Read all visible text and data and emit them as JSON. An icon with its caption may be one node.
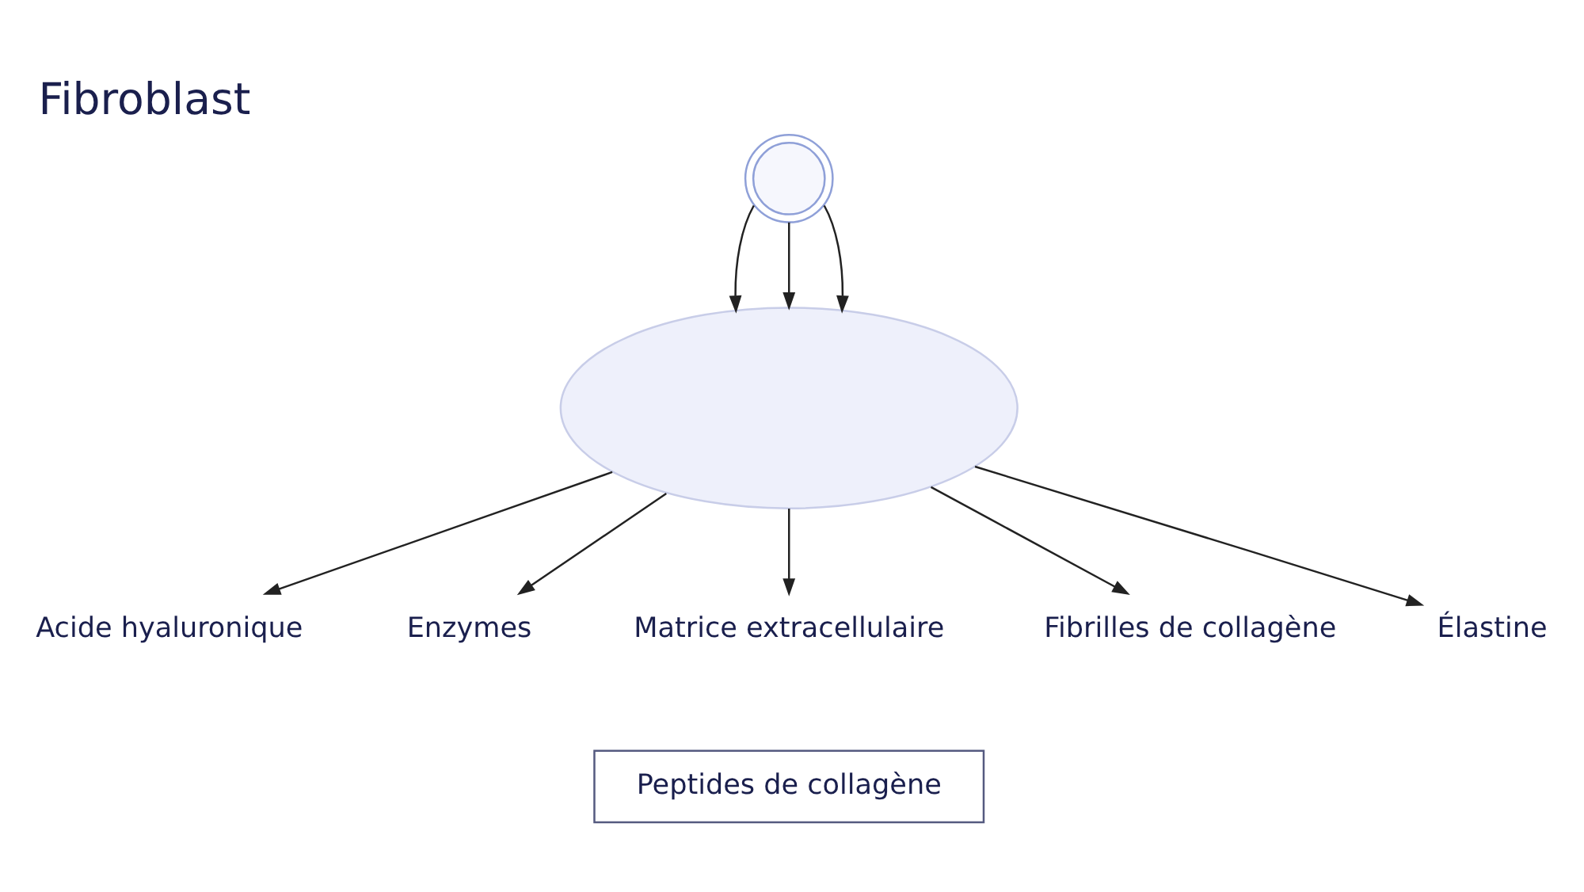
{
  "diagram": {
    "title": "Fibroblast",
    "nodes": [
      {
        "text": [],
        "shape": "circle"
      },
      {
        "text": [],
        "shape": "ellipse"
      },
      {
        "text": [
          "Acide hyaluronique"
        ]
      },
      {
        "text": [
          "Enzymes"
        ]
      },
      {
        "text": [
          "Matrice extracellulaire"
        ]
      },
      {
        "text": [
          "Fibrilles de collagène"
        ]
      },
      {
        "text": [
          "Élastine"
        ]
      }
    ],
    "edges": [
      {
        "from": 0,
        "to": 1,
        "arrow": "to"
      },
      {
        "from": 0,
        "to": 1,
        "arrow": "to"
      },
      {
        "from": 0,
        "to": 1,
        "arrow": "to"
      },
      {
        "from": 1,
        "to": 2,
        "arrow": "to"
      },
      {
        "from": 1,
        "to": 3,
        "arrow": "to"
      },
      {
        "from": 1,
        "to": 4,
        "arrow": "to"
      },
      {
        "from": 1,
        "to": 5,
        "arrow": "to"
      },
      {
        "from": 1,
        "to": 6,
        "arrow": "to"
      }
    ],
    "legend": [
      {
        "text": "Peptides de collagène"
      }
    ]
  }
}
